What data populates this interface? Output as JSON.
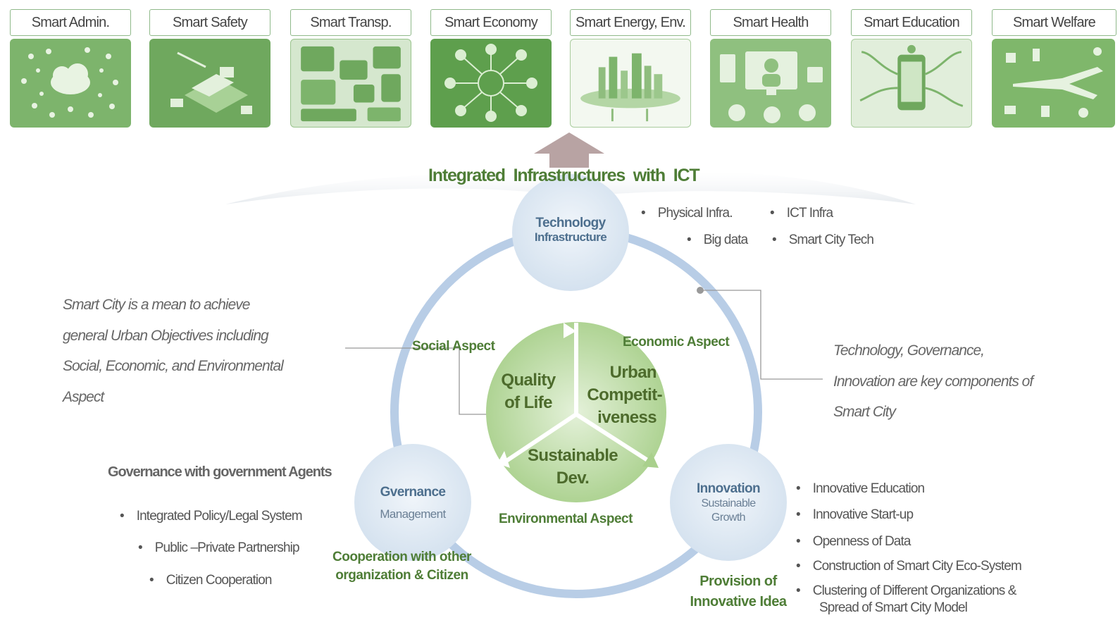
{
  "tiles": [
    {
      "label": "Smart Admin.",
      "color": "#7db46c"
    },
    {
      "label": "Smart Safety",
      "color": "#6fa85e"
    },
    {
      "label": "Smart Transp.",
      "color": "#cfe3c8"
    },
    {
      "label": "Smart Economy",
      "color": "#5e9f4d"
    },
    {
      "label": "Smart Energy, Env.",
      "color": "#eef5ea"
    },
    {
      "label": "Smart Health",
      "color": "#8fc07f"
    },
    {
      "label": "Smart Education",
      "color": "#dcebd5"
    },
    {
      "label": "Smart Welfare",
      "color": "#7fb76b"
    }
  ],
  "banner": "Integrated Infrastructures with ICT",
  "tech": {
    "title": "Technology",
    "subtitle": "Infrastructure",
    "bullets": [
      "Physical Infra.",
      "ICT Infra",
      "Big data",
      "Smart City Tech"
    ]
  },
  "gov": {
    "title": "Gvernance",
    "subtitle": "Management",
    "heading": "Governance with government Agents",
    "bullets": [
      "Integrated Policy/Legal System",
      "Public –Private Partnership",
      "Citizen Cooperation"
    ],
    "coop": [
      "Cooperation with other",
      "organization & Citizen"
    ]
  },
  "innov": {
    "title": "Innovation",
    "subtitle": [
      "Sustainable",
      "Growth"
    ],
    "bullets": [
      "Innovative Education",
      "Innovative Start-up",
      "Openness of Data",
      "Construction of Smart City Eco-System",
      "Clustering of Different Organizations &"
    ],
    "bullet_cont": "Spread of Smart City Model",
    "provision": [
      "Provision of",
      "Innovative Idea"
    ]
  },
  "aspects": {
    "social": "Social Aspect",
    "economic": "Economic Aspect",
    "environmental": "Environmental Aspect"
  },
  "center": {
    "quality": [
      "Quality",
      "of Life"
    ],
    "urban": [
      "Urban",
      "Competit-",
      "iveness"
    ],
    "sustainable": [
      "Sustainable",
      "Dev."
    ]
  },
  "left_note": [
    "Smart City is a mean to achieve",
    "general Urban Objectives including",
    "Social, Economic, and Environmental",
    "Aspect"
  ],
  "right_note": [
    "Technology, Governance,",
    "Innovation are key components of",
    "Smart City"
  ],
  "colors": {
    "green": "#4e7d36",
    "ring": "#b8cde6",
    "node": "#dfe9f4",
    "center_light": "#cfe6bd",
    "center_mid": "#a9d08c"
  }
}
